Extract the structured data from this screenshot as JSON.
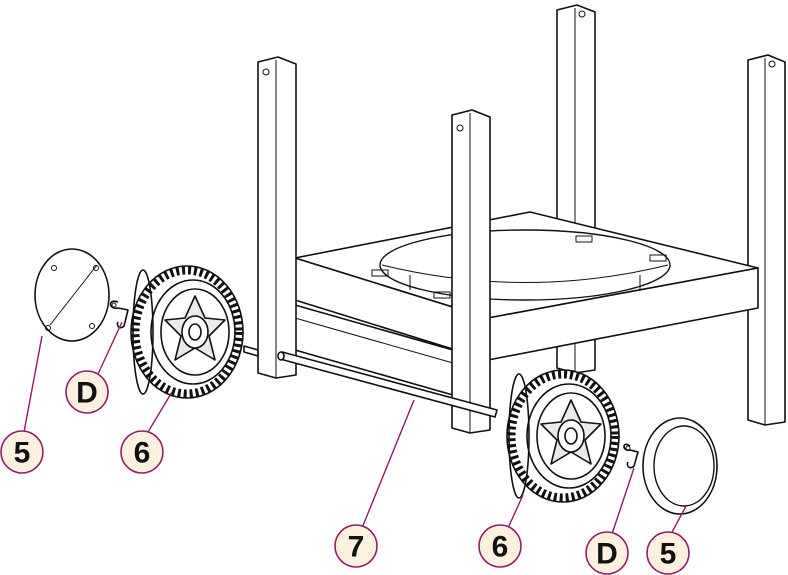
{
  "callouts": [
    {
      "id": "c5a",
      "label": "5"
    },
    {
      "id": "cDa",
      "label": "D"
    },
    {
      "id": "c6a",
      "label": "6"
    },
    {
      "id": "c7",
      "label": "7"
    },
    {
      "id": "c6b",
      "label": "6"
    },
    {
      "id": "cDb",
      "label": "D"
    },
    {
      "id": "c5b",
      "label": "5"
    }
  ],
  "colors": {
    "callout_fill": "#fbf1de",
    "callout_stroke": "#8a1f6b",
    "line_art": "#111111"
  }
}
